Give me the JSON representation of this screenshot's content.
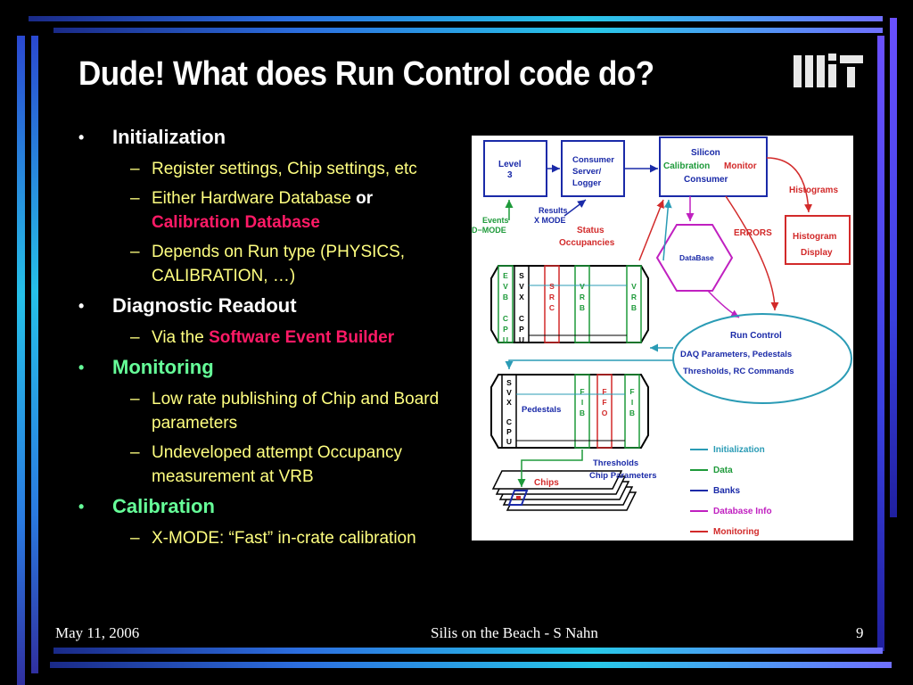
{
  "slide": {
    "title": "Dude! What does Run Control code do?",
    "logo_text": "MIT",
    "bullets": [
      {
        "label": "Initialization",
        "color": "#ffffff",
        "subs": [
          {
            "parts": [
              {
                "t": "Register settings, Chip settings, etc"
              }
            ]
          },
          {
            "parts": [
              {
                "t": "Either Hardware Database "
              },
              {
                "t": "or",
                "style": "white"
              },
              {
                "t": "Calibration Database",
                "style": "red"
              }
            ]
          },
          {
            "parts": [
              {
                "t": "Depends on Run type (PHYSICS, CALIBRATION, …)"
              }
            ]
          }
        ]
      },
      {
        "label": "Diagnostic Readout",
        "color": "#ffffff",
        "subs": [
          {
            "parts": [
              {
                "t": "Via the "
              },
              {
                "t": "Software Event Builder",
                "style": "red"
              }
            ]
          }
        ]
      },
      {
        "label": "Monitoring",
        "color": "#66ff99",
        "subs": [
          {
            "parts": [
              {
                "t": "Low rate publishing of Chip and Board parameters"
              }
            ]
          },
          {
            "parts": [
              {
                "t": "Undeveloped attempt Occupancy measurement at VRB"
              }
            ]
          }
        ]
      },
      {
        "label": "Calibration",
        "color": "#66ff99",
        "subs": [
          {
            "parts": [
              {
                "t": "X-MODE: “Fast” in-crate calibration"
              }
            ]
          }
        ]
      }
    ],
    "footer": {
      "date": "May 11, 2006",
      "center": "Silis on the Beach - S Nahn",
      "page": "9"
    }
  },
  "diagram": {
    "level3": [
      "Level",
      "3"
    ],
    "consumer": [
      "Consumer",
      "Server/",
      "Logger"
    ],
    "silicon_calibration_monitor_consumer": {
      "line1": "Silicon",
      "calibration": "Calibration",
      "monitor": "Monitor",
      "line3": "Consumer"
    },
    "histograms": "Histograms",
    "histogram_display": [
      "Histogram",
      "Display"
    ],
    "errors": "ERRORS",
    "database": "DataBase",
    "events_dmode": [
      "Events",
      "D−MODE"
    ],
    "results_xmode": [
      "Results",
      "X MODE"
    ],
    "status_occupancies": [
      "Status",
      "Occupancies"
    ],
    "crate1_boards": {
      "evb_cpu": [
        "E",
        "V",
        "B",
        "",
        "C",
        "P",
        "U"
      ],
      "svx_cpu": [
        "S",
        "V",
        "X",
        "",
        "C",
        "P",
        "U"
      ],
      "src": [
        "S",
        "R",
        "C"
      ],
      "vrb1": [
        "V",
        "R",
        "B"
      ],
      "vrb2": [
        "V",
        "R",
        "B"
      ]
    },
    "run_control": [
      "Run Control",
      "DAQ Parameters, Pedestals",
      "Thresholds, RC Commands"
    ],
    "crate2_boards": {
      "svx_cpu": [
        "S",
        "V",
        "X",
        "",
        "C",
        "P",
        "U"
      ],
      "pedestals": "Pedestals",
      "fib1": [
        "F",
        "I",
        "B"
      ],
      "ffo": [
        "F",
        "F",
        "O"
      ],
      "fib2": [
        "F",
        "I",
        "B"
      ]
    },
    "thresholds": [
      "Thresholds",
      "Chip Parameters"
    ],
    "chips": "Chips",
    "legend": [
      {
        "label": "Initialization",
        "color": "#2a9bb5"
      },
      {
        "label": "Data",
        "color": "#1e9a3a"
      },
      {
        "label": "Banks",
        "color": "#1a2aa8"
      },
      {
        "label": "Database Info",
        "color": "#c020c0"
      },
      {
        "label": "Monitoring",
        "color": "#d22a2a"
      }
    ]
  }
}
